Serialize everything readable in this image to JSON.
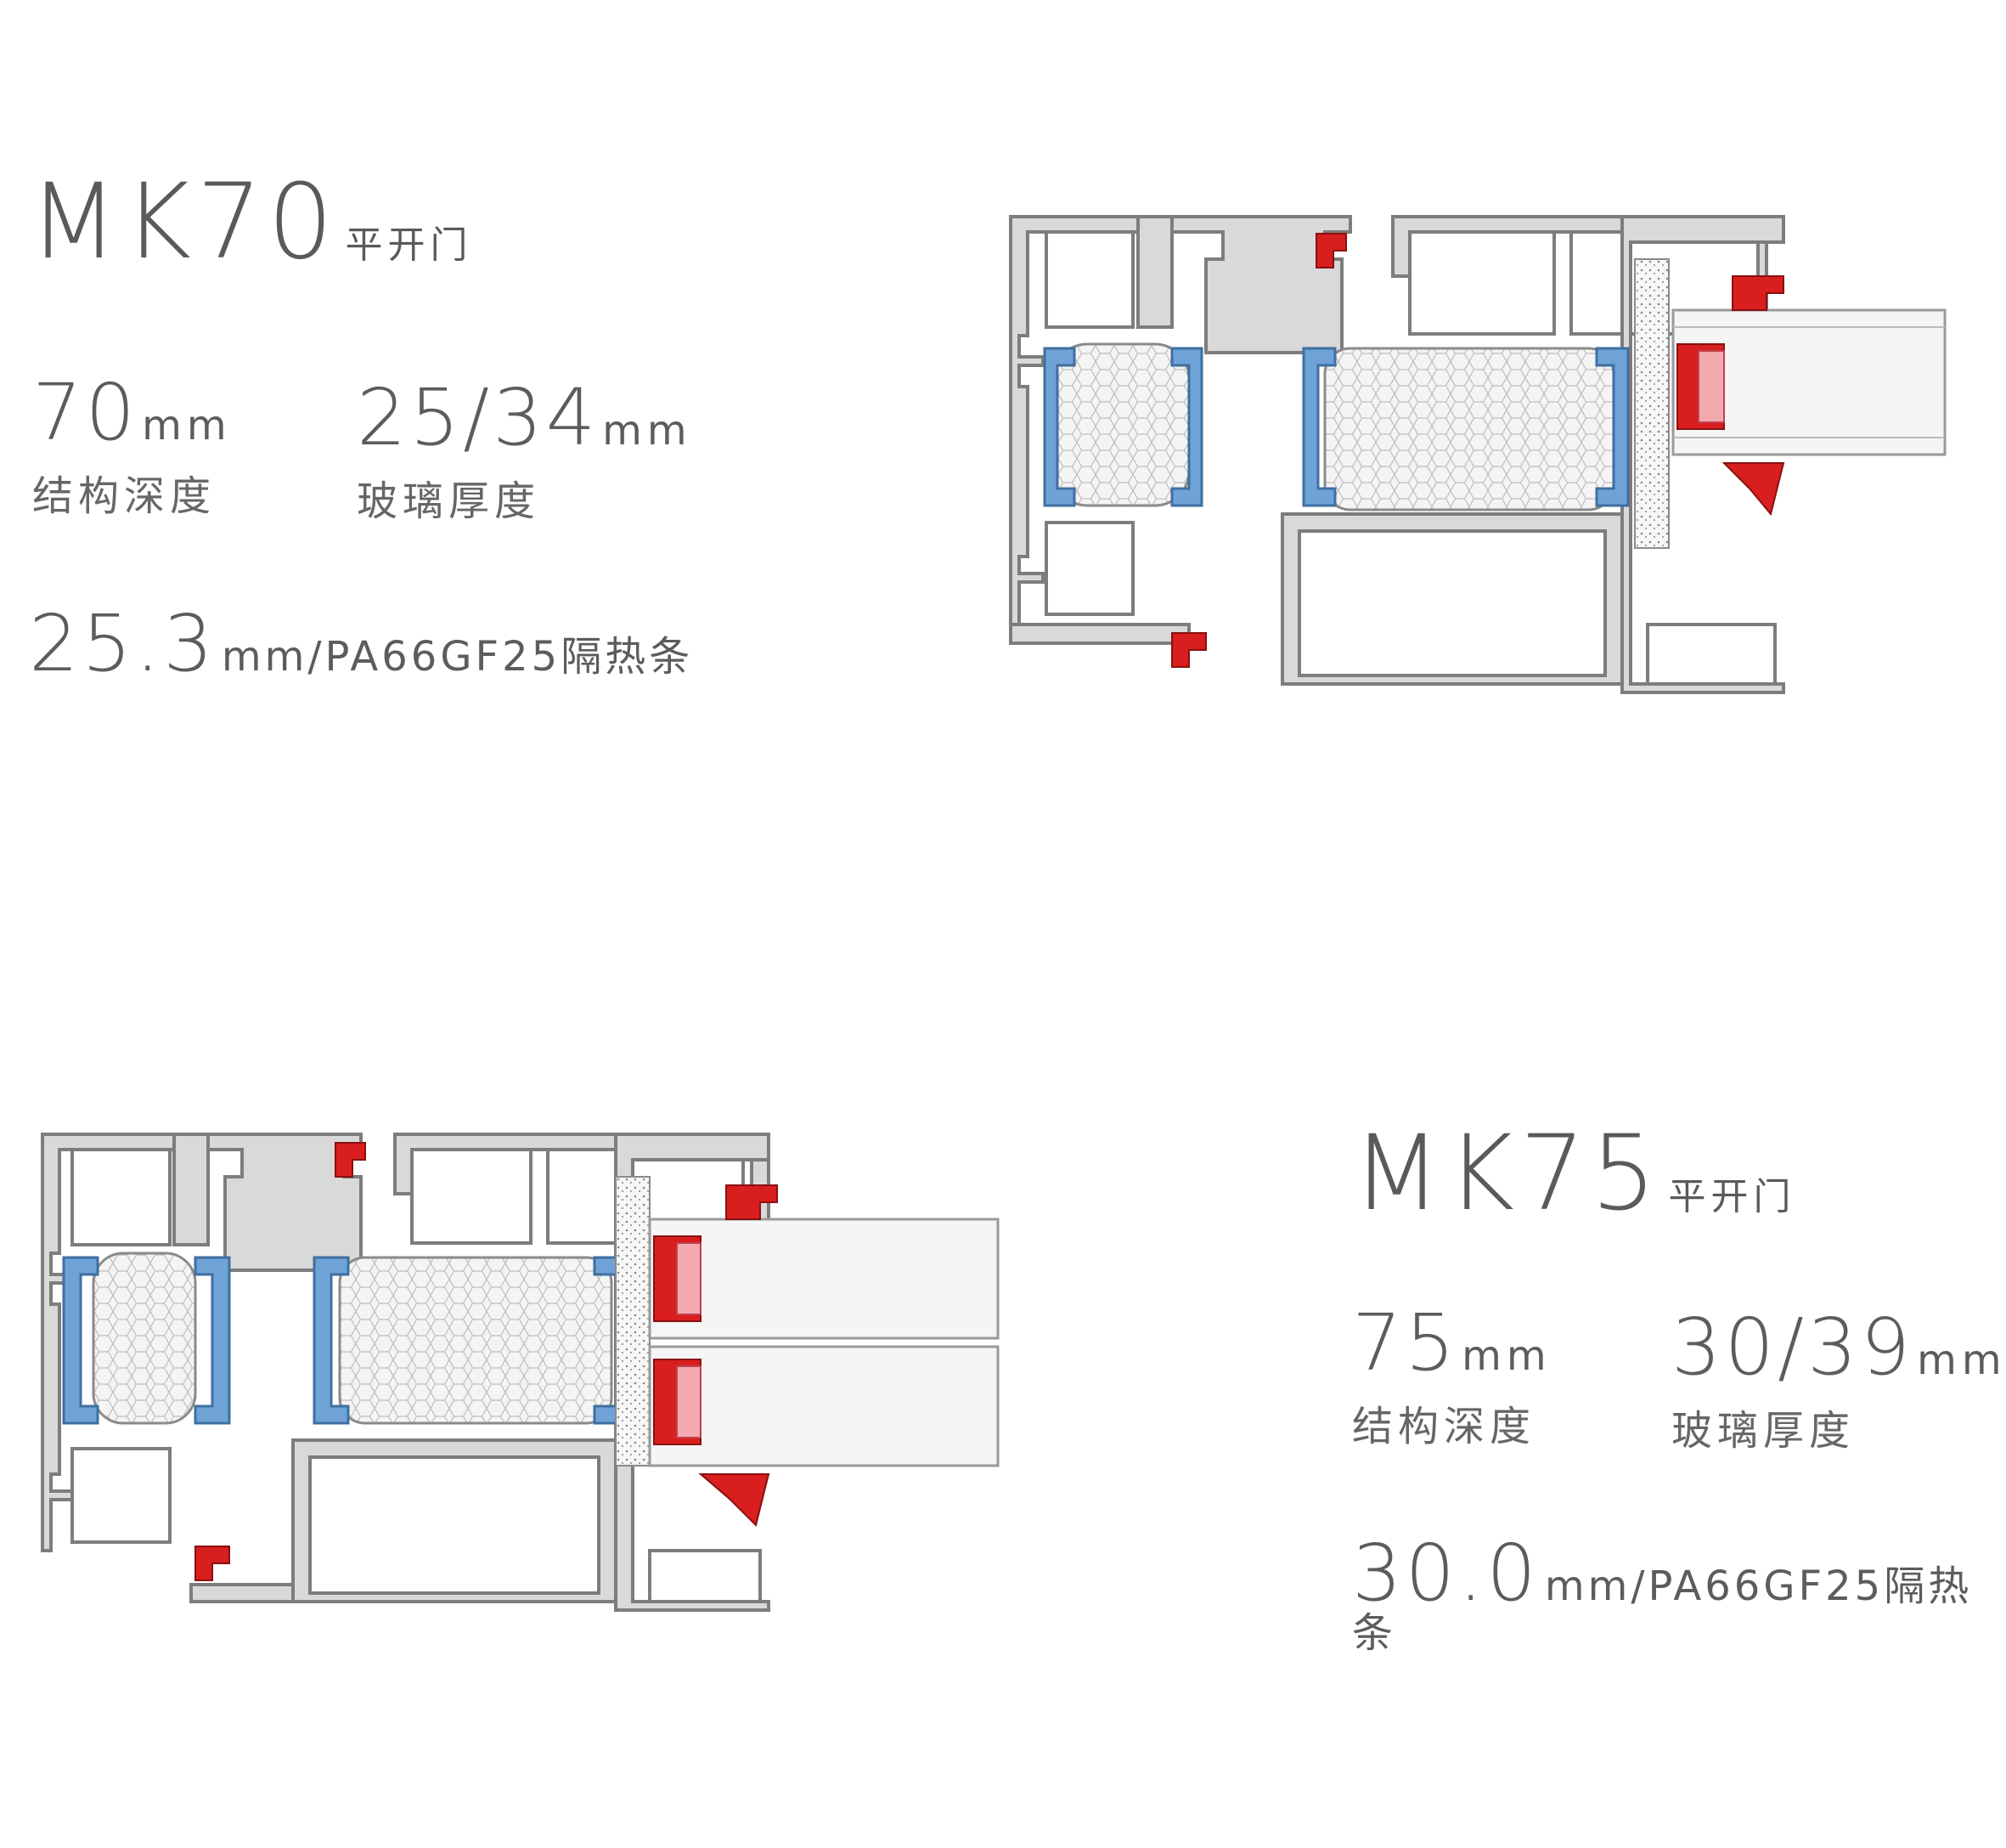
{
  "mk70": {
    "model": "MK70",
    "type": "平开门",
    "depth_value": "70",
    "depth_unit": "mm",
    "depth_label": "结构深度",
    "glass_value": "25/34",
    "glass_unit": "mm",
    "glass_label": "玻璃厚度",
    "strip_value": "25.3",
    "strip_desc": "mm/PA66GF25隔热条"
  },
  "mk75": {
    "model": "MK75",
    "type": "平开门",
    "depth_value": "75",
    "depth_unit": "mm",
    "depth_label": "结构深度",
    "glass_value": "30/39",
    "glass_unit": "mm",
    "glass_label": "玻璃厚度",
    "strip_value": "30.0",
    "strip_desc": "mm/PA66GF25隔热条"
  },
  "colors": {
    "aluminium": "#d9d9d9",
    "thermal_break": "#6fa3d8",
    "gasket": "#d81e1e",
    "text": "#5a5a5a"
  }
}
